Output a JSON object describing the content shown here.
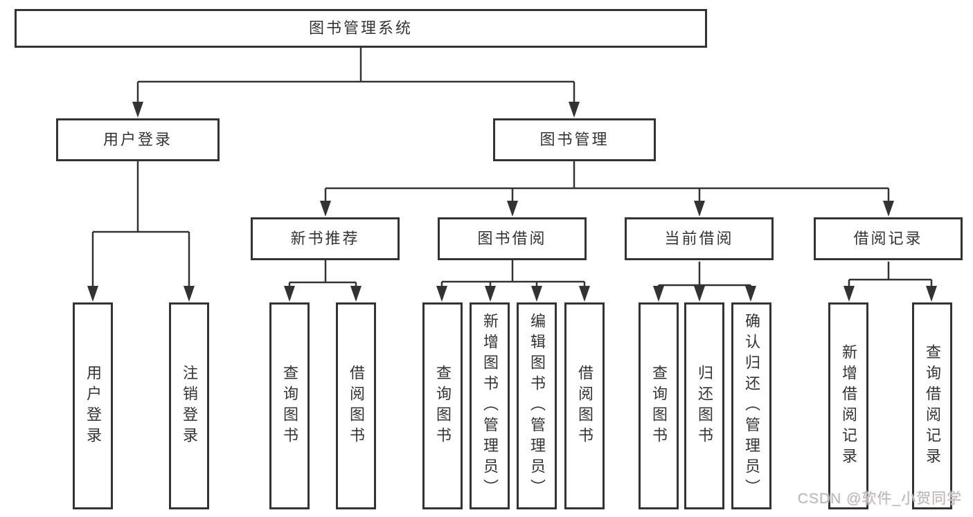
{
  "canvas": {
    "background": "#ffffff",
    "line_color": "#333333",
    "text_color": "#333333"
  },
  "tree": {
    "root": {
      "label": "图书管理系统"
    },
    "level2": [
      {
        "label": "用户登录"
      },
      {
        "label": "图书管理"
      }
    ],
    "level3": [
      {
        "label": "新书推荐"
      },
      {
        "label": "图书借阅"
      },
      {
        "label": "当前借阅"
      },
      {
        "label": "借阅记录"
      }
    ],
    "leaves": [
      {
        "parent": "用户登录",
        "label": "用户登录"
      },
      {
        "parent": "用户登录",
        "label": "注销登录"
      },
      {
        "parent": "新书推荐",
        "label": "查询图书"
      },
      {
        "parent": "新书推荐",
        "label": "借阅图书"
      },
      {
        "parent": "图书借阅",
        "label": "查询图书"
      },
      {
        "parent": "图书借阅",
        "label": "新增图书（管理员）"
      },
      {
        "parent": "图书借阅",
        "label": "编辑图书（管理员）"
      },
      {
        "parent": "图书借阅",
        "label": "借阅图书"
      },
      {
        "parent": "当前借阅",
        "label": "查询图书"
      },
      {
        "parent": "当前借阅",
        "label": "归还图书"
      },
      {
        "parent": "当前借阅",
        "label": "确认归还（管理员）"
      },
      {
        "parent": "借阅记录",
        "label": "新增借阅记录"
      },
      {
        "parent": "借阅记录",
        "label": "查询借阅记录"
      }
    ]
  },
  "watermark": {
    "text": "CSDN @软件_小贺同学",
    "color": "#b6b6b6"
  }
}
